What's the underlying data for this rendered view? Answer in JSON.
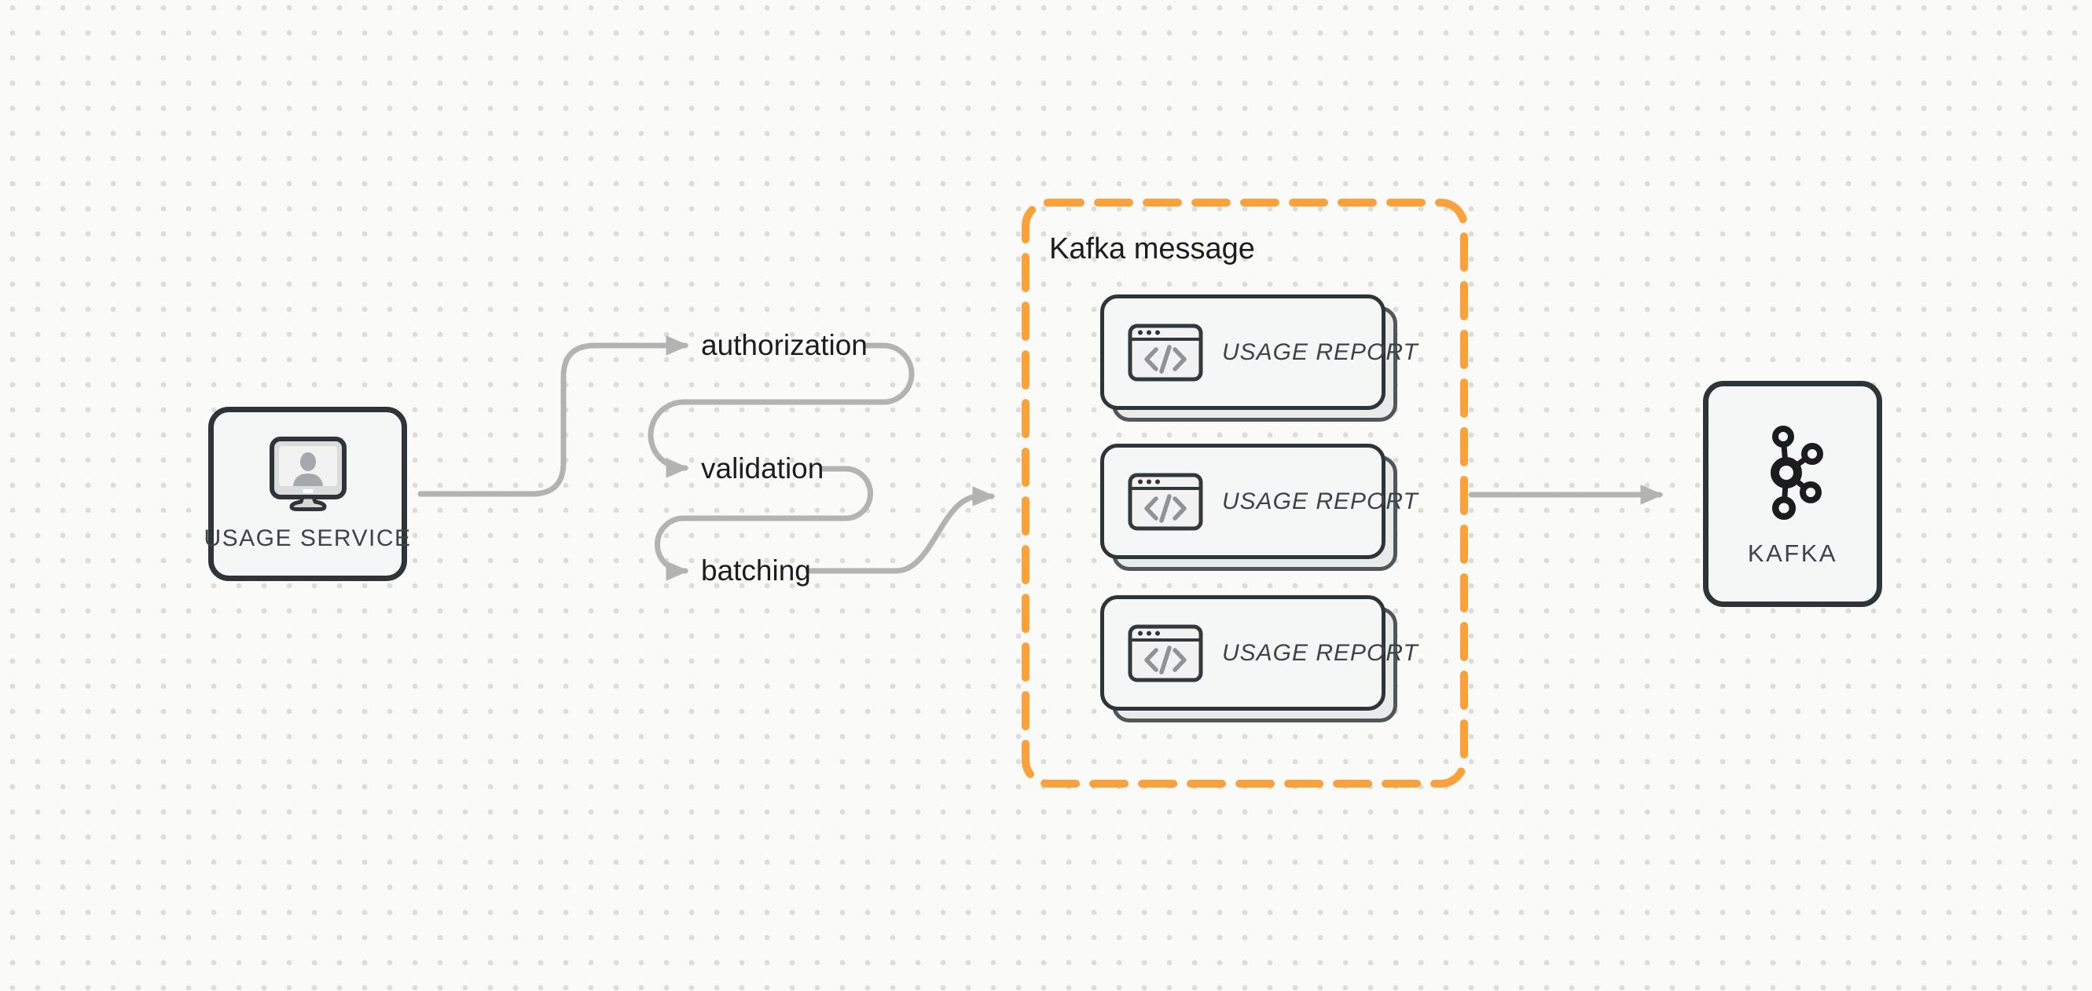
{
  "diagram": {
    "title_hint": "usage reporting pipeline to kafka",
    "nodes": {
      "usage_service": {
        "label": "USAGE SERVICE",
        "icon": "user-monitor-icon"
      },
      "kafka": {
        "label": "KAFKA",
        "icon": "kafka-logo-icon"
      }
    },
    "pipeline_steps": [
      {
        "label": "authorization"
      },
      {
        "label": "validation"
      },
      {
        "label": "batching"
      }
    ],
    "kafka_message_group": {
      "title": "Kafka message",
      "cards": [
        {
          "label": "USAGE REPORT",
          "icon": "code-window-icon"
        },
        {
          "label": "USAGE REPORT",
          "icon": "code-window-icon"
        },
        {
          "label": "USAGE REPORT",
          "icon": "code-window-icon"
        }
      ]
    },
    "connections": [
      {
        "from": "usage_service",
        "to": "authorization"
      },
      {
        "from": "authorization",
        "to": "validation"
      },
      {
        "from": "validation",
        "to": "batching"
      },
      {
        "from": "batching",
        "to": "kafka_message_group"
      },
      {
        "from": "kafka_message_group",
        "to": "kafka"
      }
    ]
  },
  "colors": {
    "accent_orange": "#F9A23B",
    "arrow_gray": "#B3B3B3",
    "border_dark": "#2F3438",
    "node_fill": "#F5F7F6",
    "shadow_card_fill": "#E9EBEA",
    "shadow_card_border": "#51565A",
    "canvas_bg": "#FAFAF9",
    "dot_color": "#DCDCDC",
    "text_primary": "#1D1D1F",
    "text_secondary": "#3F4347",
    "icon_gray": "#8F9396"
  }
}
